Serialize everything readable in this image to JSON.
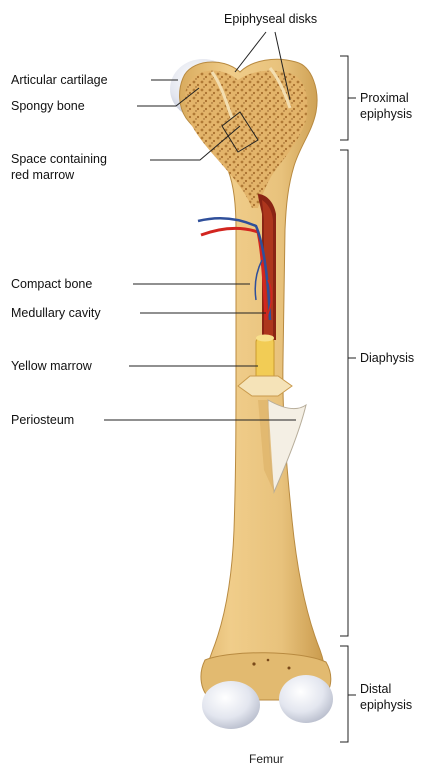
{
  "labels": {
    "epiphyseal_disks": "Epiphyseal disks",
    "articular_cartilage": "Articular cartilage",
    "spongy_bone": "Spongy bone",
    "space_red_marrow_line1": "Space containing",
    "space_red_marrow_line2": "red marrow",
    "compact_bone": "Compact bone",
    "medullary_cavity": "Medullary cavity",
    "yellow_marrow": "Yellow marrow",
    "periosteum": "Periosteum"
  },
  "regions": {
    "proximal_line1": "Proximal",
    "proximal_line2": "epiphysis",
    "diaphysis": "Diaphysis",
    "distal_line1": "Distal",
    "distal_line2": "epiphysis"
  },
  "caption": "Femur",
  "colors": {
    "bone": "#e8c27c",
    "bone_dark": "#c99a4c",
    "spongy": "#d8a85c",
    "cartilage": "#dfe2ec",
    "red_marrow": "#b33a1e",
    "vessel_red": "#d2251f",
    "vessel_blue": "#2f4f9a",
    "yellow_marrow": "#f2cc55",
    "periosteum": "#f4efe4",
    "leader": "#222222"
  }
}
